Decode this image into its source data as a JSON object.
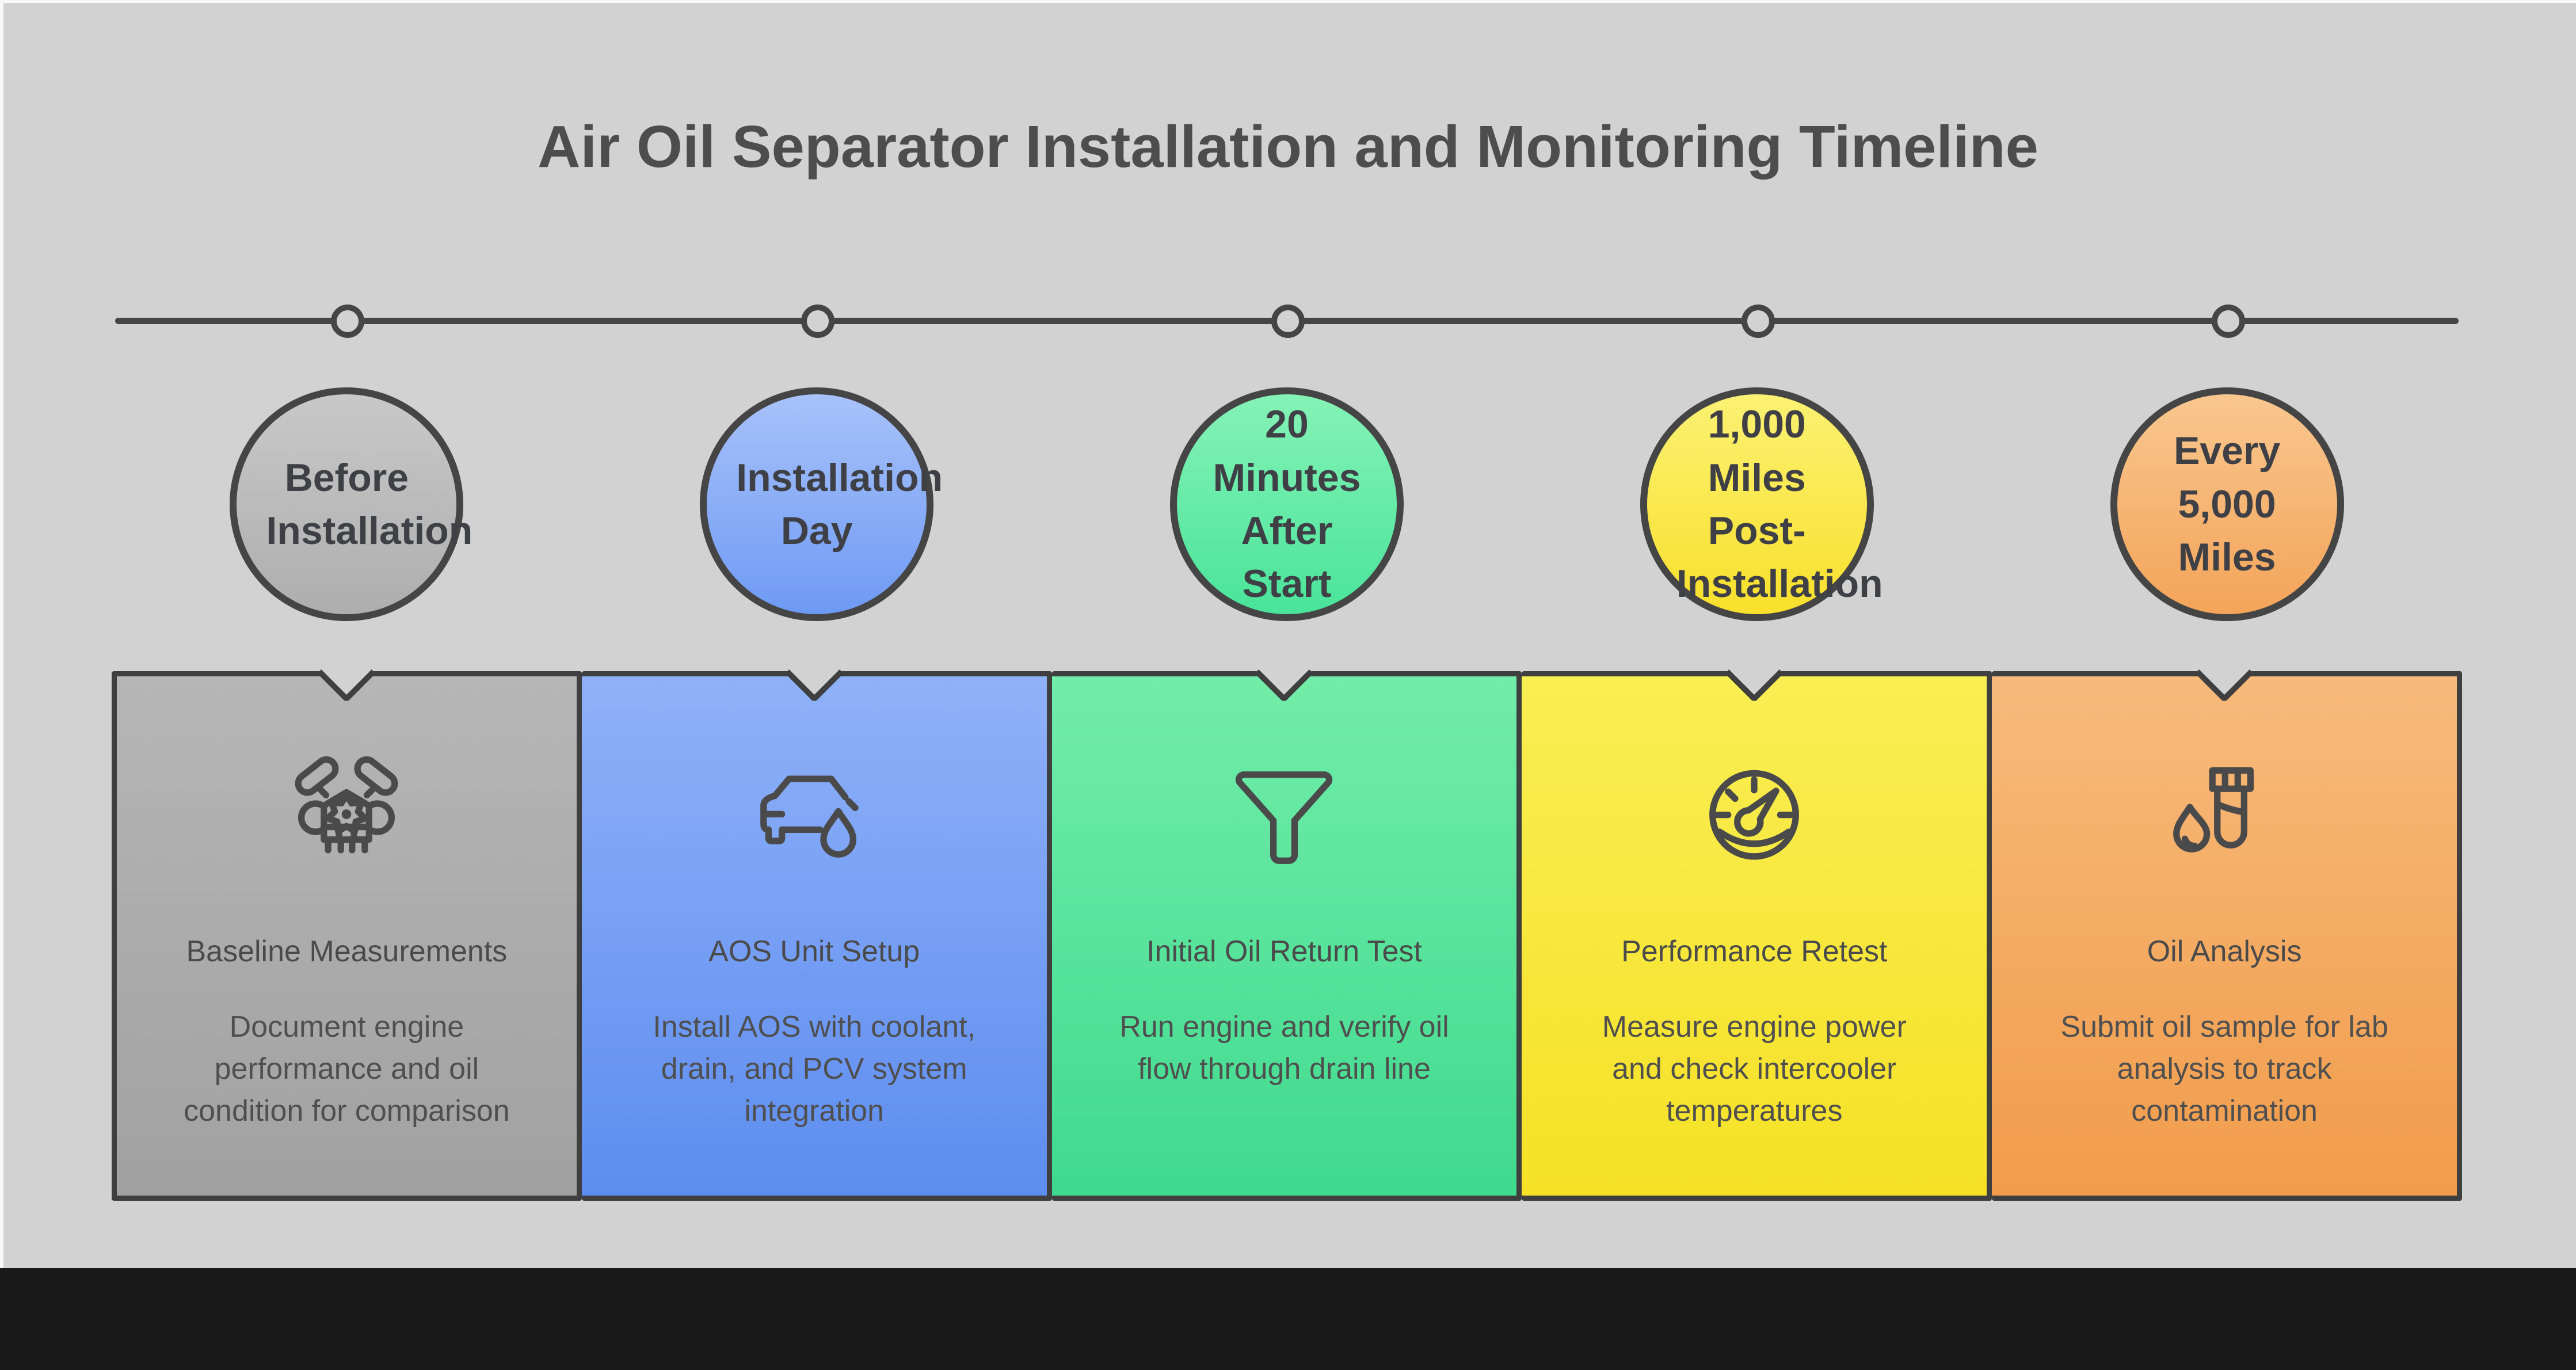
{
  "title": "Air Oil Separator Installation and Monitoring Timeline",
  "theme": {
    "canvas_bg": "#d2d2d2",
    "footer_bar": "#191919",
    "timeline_line": "#454545",
    "outline_dark": "#3f3f3f",
    "text_dark": "#4a4a4a"
  },
  "stages": [
    {
      "milestone": "Before\nInstallation",
      "card_title": "Baseline Measurements",
      "card_body": "Document engine\nperformance and oil\ncondition for comparison",
      "icon": "v-engine-icon",
      "colors": {
        "circle_top": "#c8c8c8",
        "circle_bottom": "#aeaeae",
        "card_top": "#b6b6b6",
        "card_bottom": "#a1a1a1"
      }
    },
    {
      "milestone": "Installation\nDay",
      "card_title": "AOS Unit Setup",
      "card_body": "Install AOS with coolant,\ndrain, and PCV system\nintegration",
      "icon": "car-oil-drop-icon",
      "colors": {
        "circle_top": "#a8c2fa",
        "circle_bottom": "#6e9af4",
        "card_top": "#8fb1f8",
        "card_bottom": "#5d8df0"
      }
    },
    {
      "milestone": "20\nMinutes\nAfter\nStart",
      "card_title": "Initial Oil Return Test",
      "card_body": "Run engine and verify oil\nflow through drain line",
      "icon": "funnel-icon",
      "colors": {
        "circle_top": "#85f2b6",
        "circle_bottom": "#49e49a",
        "card_top": "#72eda9",
        "card_bottom": "#3fda8e"
      }
    },
    {
      "milestone": "1,000\nMiles\nPost-\nInstallation",
      "card_title": "Performance Retest",
      "card_body": "Measure engine power\nand check intercooler\ntemperatures",
      "icon": "gauge-icon",
      "colors": {
        "circle_top": "#fbf173",
        "circle_bottom": "#f8e02b",
        "card_top": "#f9ee53",
        "card_bottom": "#f6e126"
      }
    },
    {
      "milestone": "Every\n5,000\nMiles",
      "card_title": "Oil Analysis",
      "card_body": "Submit oil sample for lab\nanalysis to track\ncontamination",
      "icon": "oil-sample-test-tube-icon",
      "colors": {
        "circle_top": "#f9c78f",
        "circle_bottom": "#f3a459",
        "card_top": "#f7ba7b",
        "card_bottom": "#f19c4b"
      }
    }
  ]
}
